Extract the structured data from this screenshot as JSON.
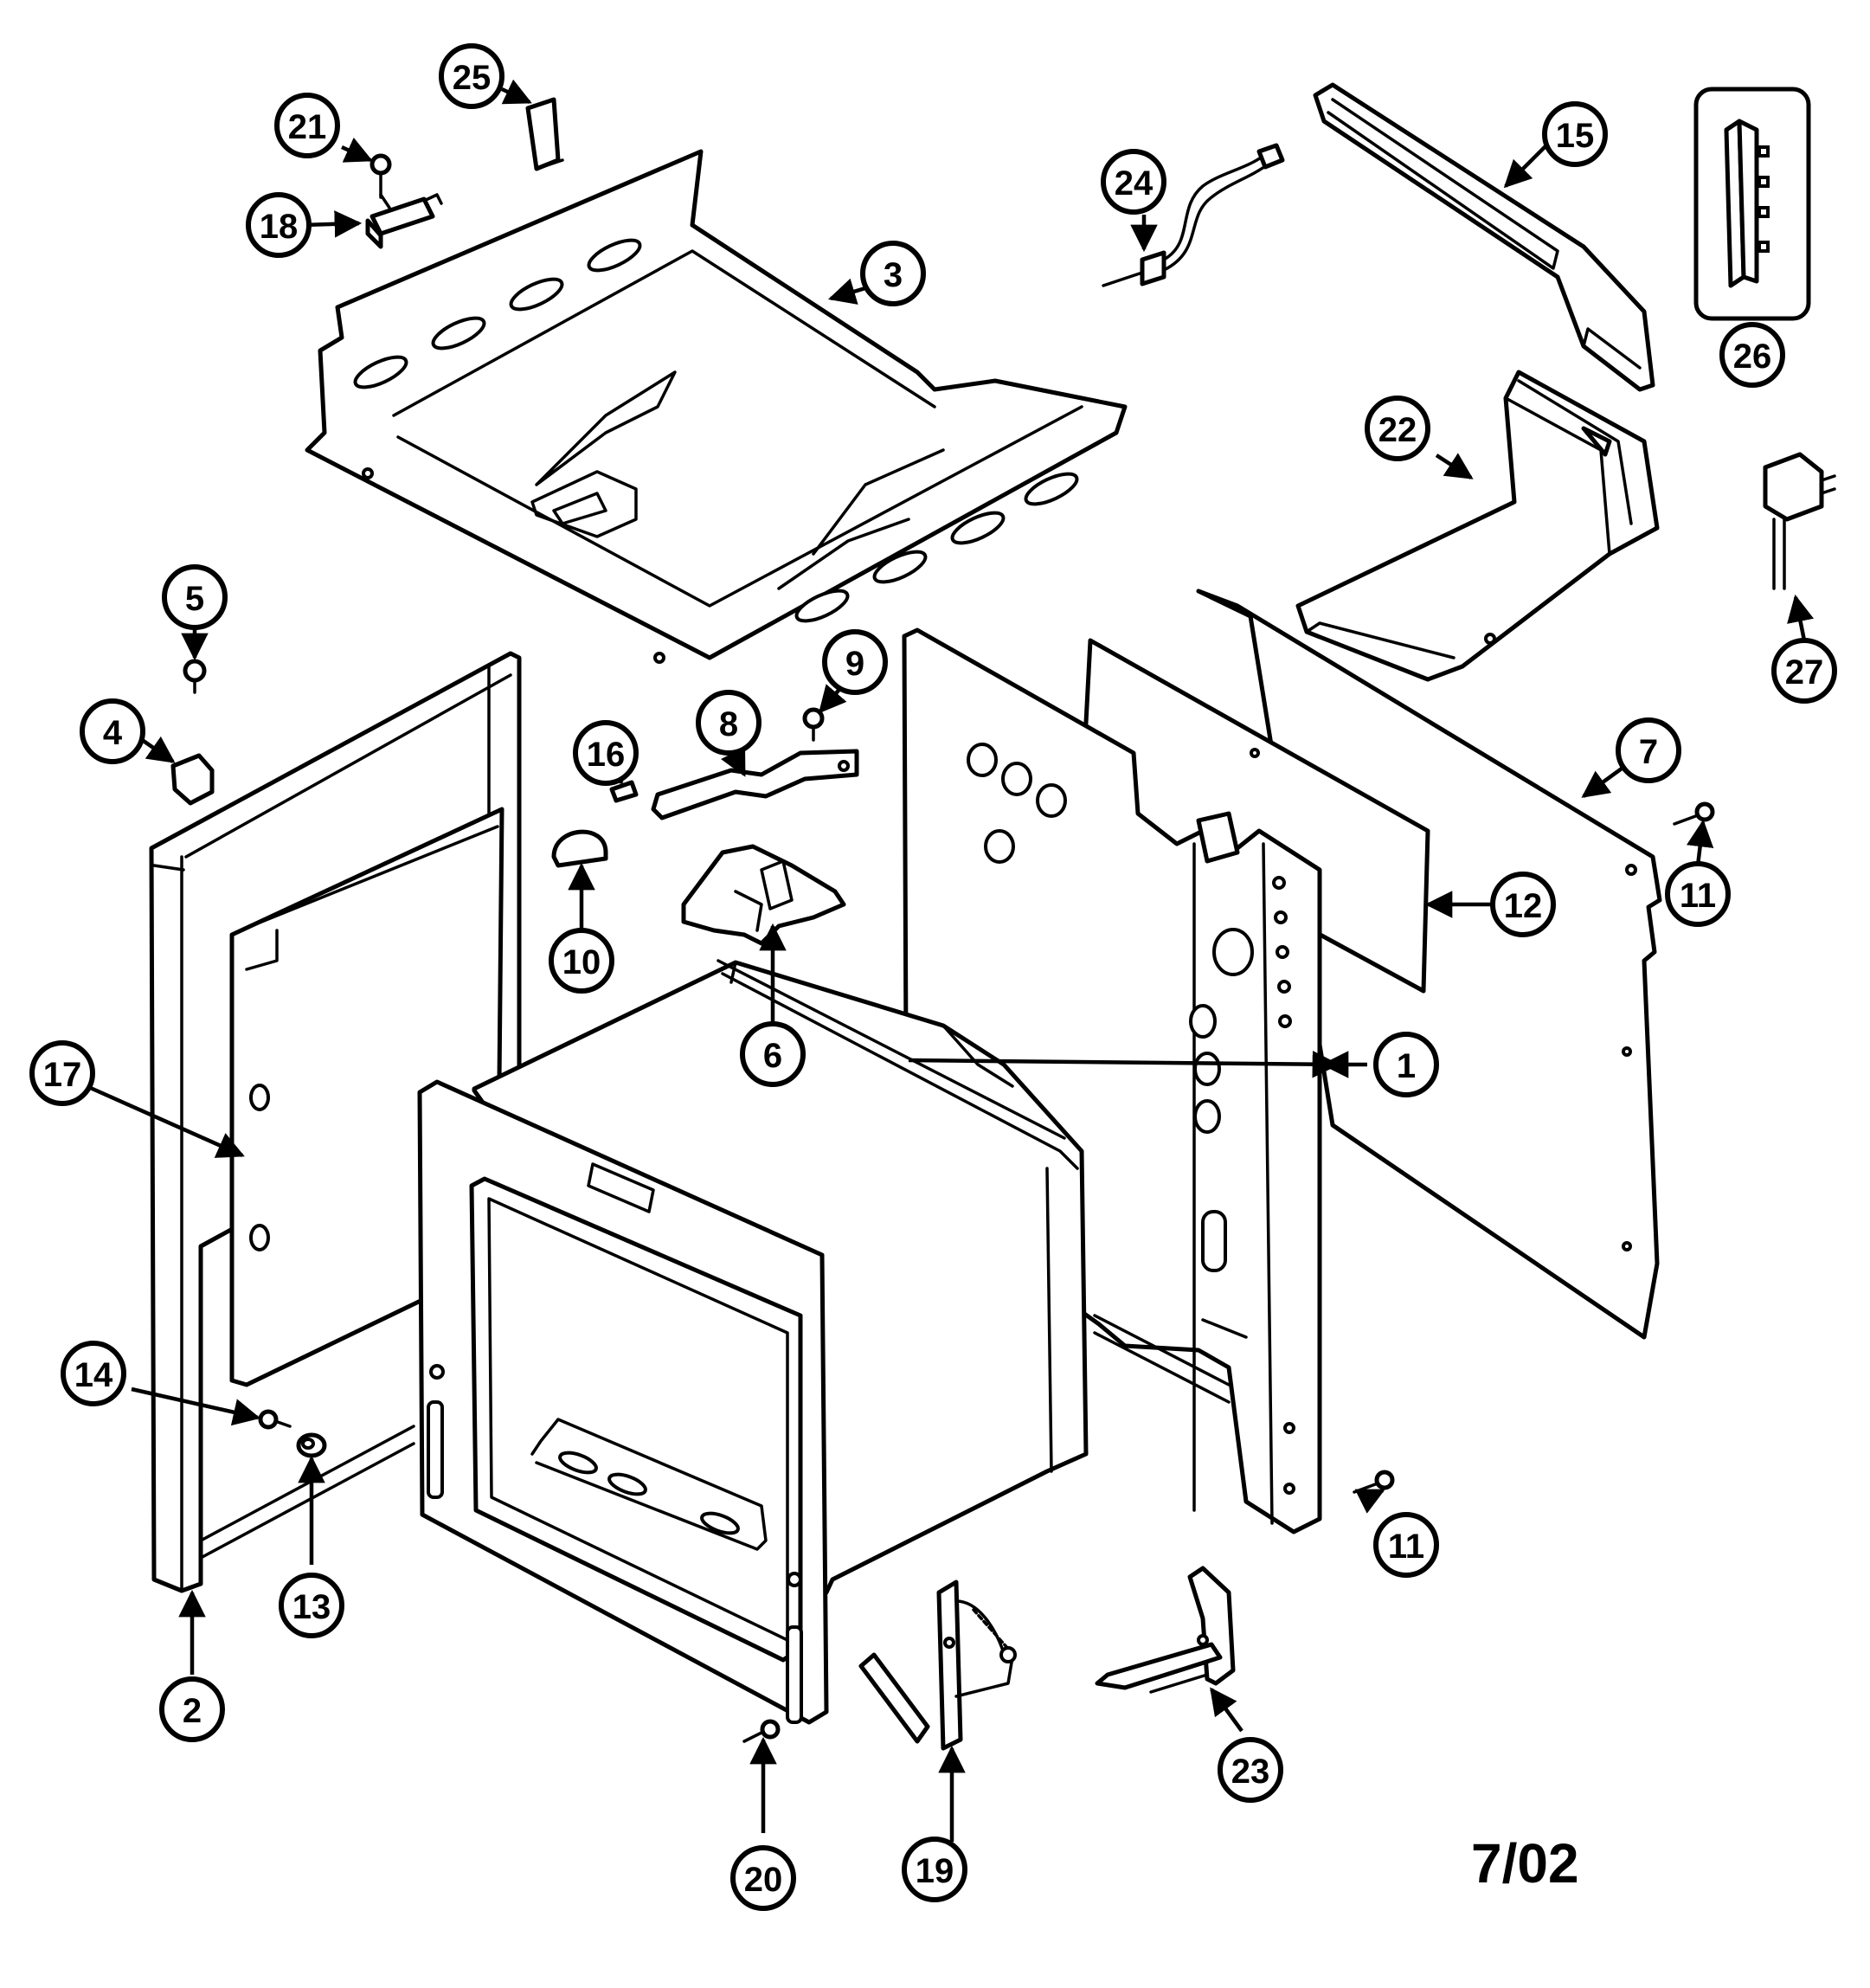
{
  "date_label": "7/02",
  "callouts": [
    {
      "id": "1",
      "label": "1"
    },
    {
      "id": "2",
      "label": "2"
    },
    {
      "id": "3",
      "label": "3"
    },
    {
      "id": "4",
      "label": "4"
    },
    {
      "id": "5",
      "label": "5"
    },
    {
      "id": "6",
      "label": "6"
    },
    {
      "id": "7",
      "label": "7"
    },
    {
      "id": "8",
      "label": "8"
    },
    {
      "id": "9",
      "label": "9"
    },
    {
      "id": "10",
      "label": "10"
    },
    {
      "id": "11a",
      "label": "11"
    },
    {
      "id": "11b",
      "label": "11"
    },
    {
      "id": "12",
      "label": "12"
    },
    {
      "id": "13",
      "label": "13"
    },
    {
      "id": "14",
      "label": "14"
    },
    {
      "id": "15",
      "label": "15"
    },
    {
      "id": "16",
      "label": "16"
    },
    {
      "id": "17",
      "label": "17"
    },
    {
      "id": "18",
      "label": "18"
    },
    {
      "id": "19",
      "label": "19"
    },
    {
      "id": "20",
      "label": "20"
    },
    {
      "id": "21",
      "label": "21"
    },
    {
      "id": "22",
      "label": "22"
    },
    {
      "id": "23",
      "label": "23"
    },
    {
      "id": "24",
      "label": "24"
    },
    {
      "id": "25",
      "label": "25"
    },
    {
      "id": "26",
      "label": "26"
    },
    {
      "id": "27",
      "label": "27"
    }
  ]
}
